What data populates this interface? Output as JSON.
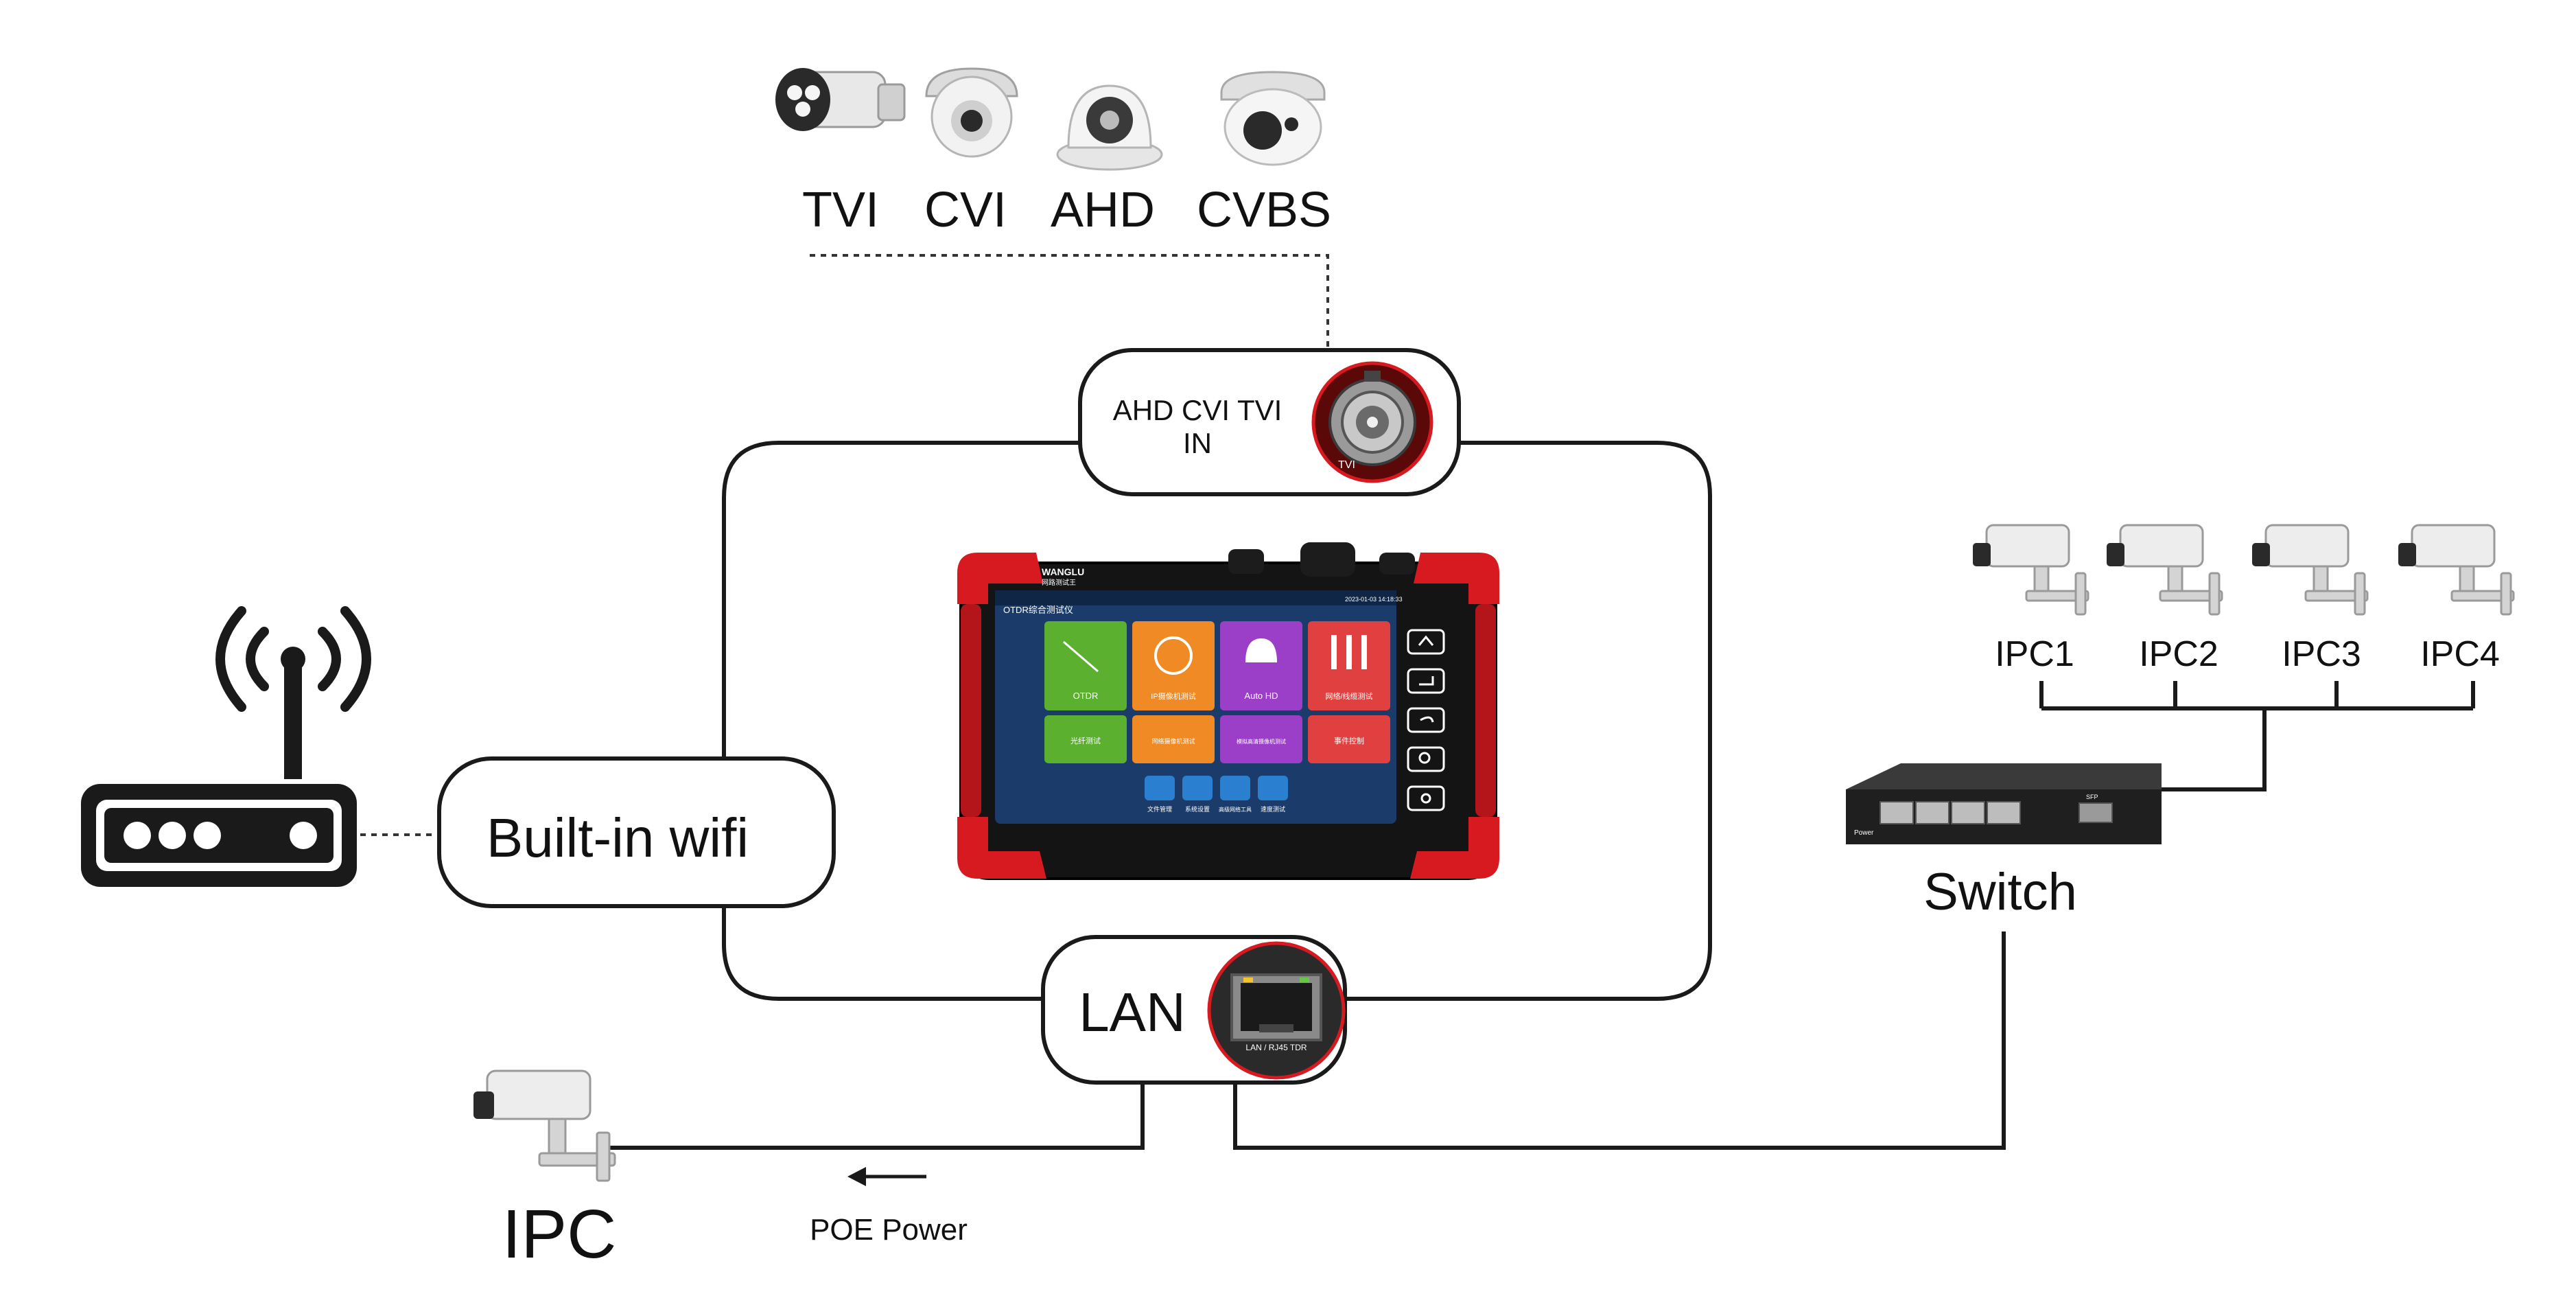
{
  "analog_inputs": {
    "cameras": [
      {
        "label": "TVI",
        "icon": "bullet-camera-icon"
      },
      {
        "label": "CVI",
        "icon": "dome-camera-icon"
      },
      {
        "label": "AHD",
        "icon": "dome-camera-icon"
      },
      {
        "label": "CVBS",
        "icon": "turret-camera-icon"
      }
    ]
  },
  "ports": {
    "bnc": {
      "label_line1": "AHD CVI TVI",
      "label_line2": "IN",
      "port_tag": "TVI"
    },
    "lan": {
      "label": "LAN",
      "port_tag": "LAN / RJ45 TDR"
    }
  },
  "wifi": {
    "label": "Built-in wifi"
  },
  "device": {
    "brand": "WANGLU",
    "brand_sub": "网路测试王",
    "screen_title": "OTDR综合测试仪",
    "status_time": "2023-01-03 14:18:33",
    "tiles": [
      {
        "label": "OTDR",
        "color": "#5bb12f"
      },
      {
        "label": "IP摄像机测试",
        "color": "#f08a24"
      },
      {
        "label": "Auto HD",
        "color": "#9b3fc8"
      },
      {
        "label": "网络/线缆测试",
        "color": "#e04040"
      },
      {
        "label": "光纤测试",
        "color": "#5bb12f"
      },
      {
        "label": "网络摄像机测试",
        "color": "#f08a24"
      },
      {
        "label": "模拟高清摄像机测试",
        "color": "#9b3fc8"
      },
      {
        "label": "事件控制",
        "color": "#e04040"
      }
    ],
    "dock": [
      "文件管理",
      "系统设置",
      "高级网络工具",
      "速度测试"
    ],
    "side_keys": [
      "home-icon",
      "enter-icon",
      "back-icon",
      "zoom-icon",
      "brightness-icon"
    ]
  },
  "ipc": {
    "label": "IPC"
  },
  "poe": {
    "label": "POE Power"
  },
  "switch": {
    "label": "Switch",
    "port_tag": "Power",
    "sfp_tag": "SFP"
  },
  "ipc_group": {
    "labels": [
      "IPC1",
      "IPC2",
      "IPC3",
      "IPC4"
    ]
  },
  "colors": {
    "device_red": "#d71a1f",
    "screen_bg": "#1b3c6b",
    "line": "#1a1a1a"
  }
}
